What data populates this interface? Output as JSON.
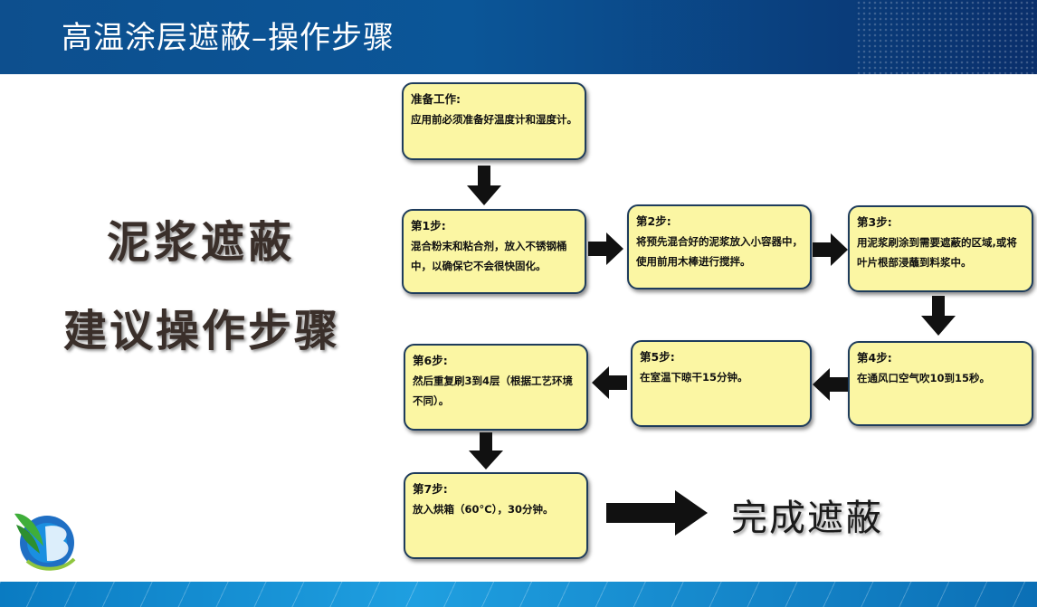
{
  "header": {
    "title": "高温涂层遮蔽–操作步骤"
  },
  "left": {
    "line1": "泥浆遮蔽",
    "line2": "建议操作步骤"
  },
  "steps": [
    {
      "head": "准备工作:",
      "body": "应用前必须准备好温度计和湿度计。"
    },
    {
      "head": "第1步:",
      "body": "混合粉末和粘合剂，放入不锈钢桶中，以确保它不会很快固化。"
    },
    {
      "head": "第2步:",
      "body": "将预先混合好的泥浆放入小容器中，使用前用木棒进行搅拌。"
    },
    {
      "head": "第3步:",
      "body": "用泥浆刷涂到需要遮蔽的区域,或将叶片根部浸蘸到料浆中。"
    },
    {
      "head": "第4步:",
      "body": "在通风口空气吹10到15秒。"
    },
    {
      "head": "第5步:",
      "body": "在室温下晾干15分钟。"
    },
    {
      "head": "第6步:",
      "body": "然后重复刷3到4层（根据工艺环境不同）。"
    },
    {
      "head": "第7步:",
      "body": "放入烘箱（60°C），30分钟。"
    }
  ],
  "final": {
    "label": "完成遮蔽"
  },
  "colors": {
    "box_fill": "#fbf6a3",
    "box_border": "#1e3c5c",
    "header": "#0b5698"
  },
  "icons": {
    "arrow": "arrow-icon",
    "logo": "company-logo-icon"
  }
}
